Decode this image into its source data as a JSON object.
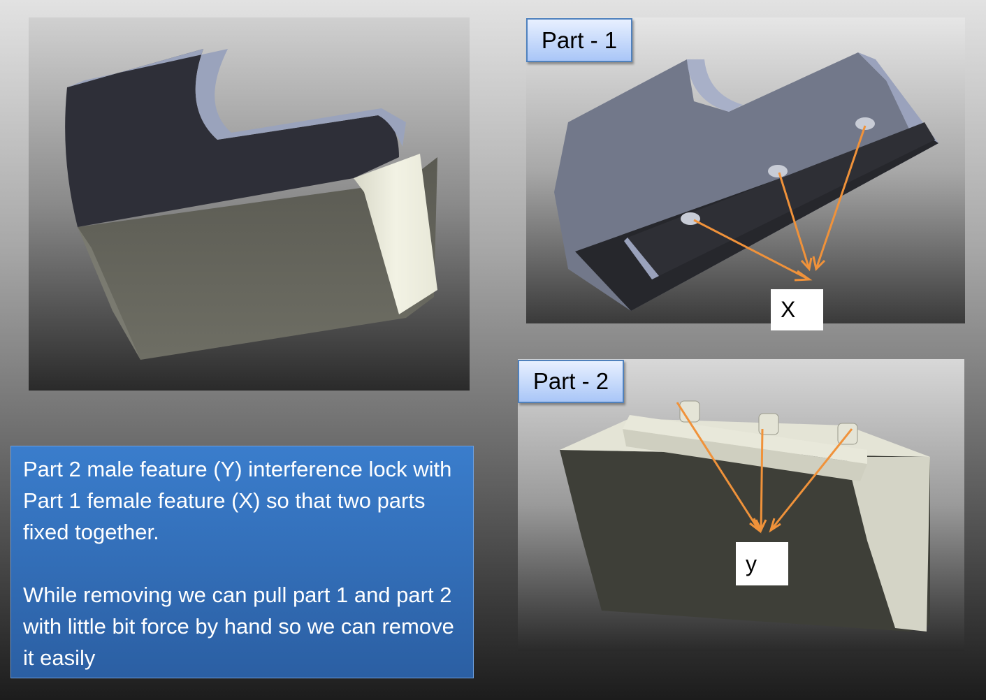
{
  "images": {
    "assembly": {
      "name": "assembled-parts"
    },
    "part1": {
      "label": "Part - 1",
      "callout": "X"
    },
    "part2": {
      "label": "Part - 2",
      "callout": "y"
    }
  },
  "description": {
    "paragraph1": "Part  2 male feature (Y)  interference lock with Part 1  female feature (X)  so that two parts fixed together.",
    "paragraph2": "While removing we can pull part 1 and part 2 with little bit force by hand so we can remove it easily"
  },
  "colors": {
    "arrow": "#f0923a",
    "label_border": "#4f81bd",
    "text_box": "#3a7dcc"
  }
}
